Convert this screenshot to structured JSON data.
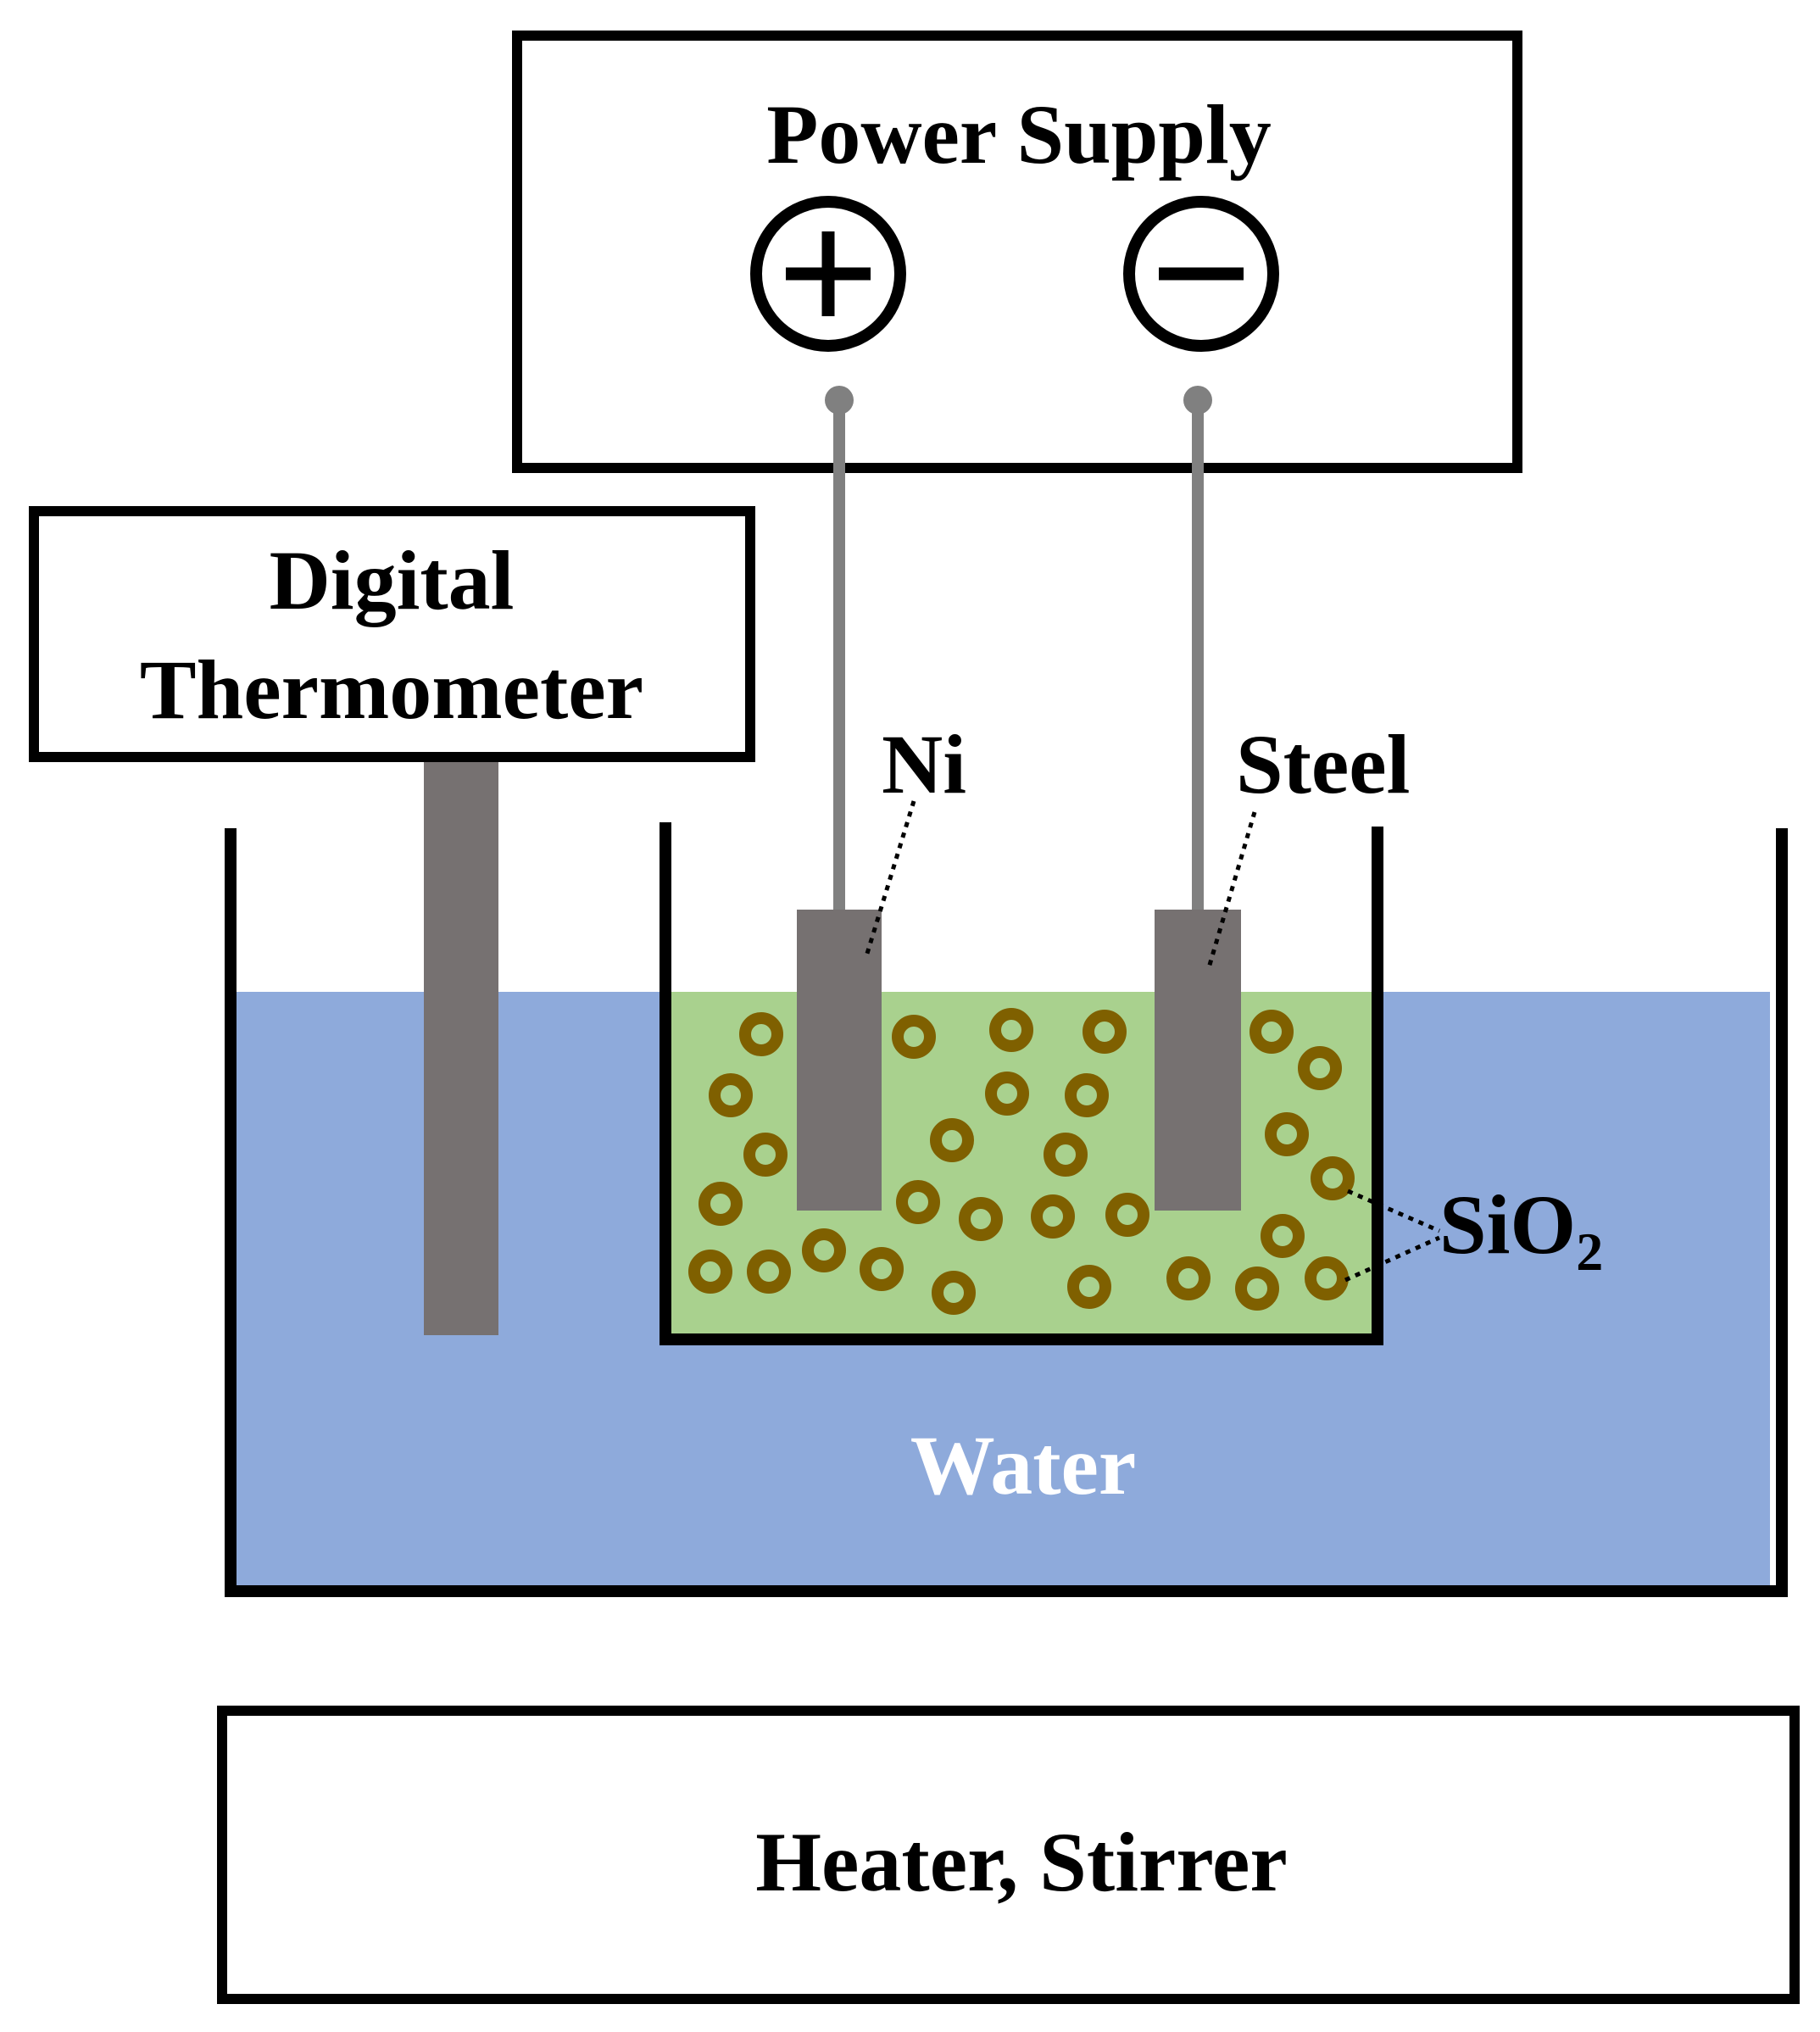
{
  "power_supply": {
    "title": "Power Supply",
    "positive_symbol": "+",
    "negative_symbol": "−"
  },
  "thermometer": {
    "line1": "Digital",
    "line2": "Thermometer"
  },
  "electrodes": {
    "anode_label": "Ni",
    "cathode_label": "Steel"
  },
  "particles": {
    "label_base": "SiO",
    "label_subscript": "2"
  },
  "bath": {
    "label": "Water"
  },
  "heater": {
    "label": "Heater, Stirrer"
  },
  "colors": {
    "water": "#8eaadb",
    "electrolyte": "#a9d18e",
    "electrode": "#767171",
    "wire": "#808080",
    "particle": "#7f6000",
    "outline": "#000000",
    "water_label": "#ffffff"
  }
}
